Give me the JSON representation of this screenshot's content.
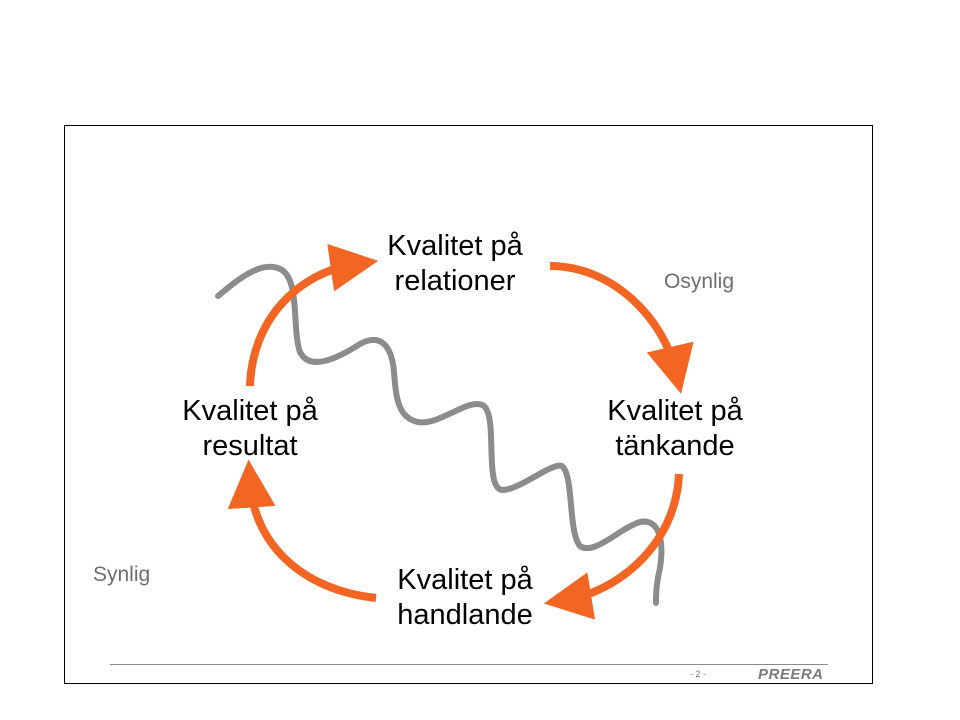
{
  "nodes": {
    "relationer": {
      "line1": "Kvalitet på",
      "line2": "relationer"
    },
    "tankande": {
      "line1": "Kvalitet på",
      "line2": "tänkande"
    },
    "handlande": {
      "line1": "Kvalitet på",
      "line2": "handlande"
    },
    "resultat": {
      "line1": "Kvalitet på",
      "line2": "resultat"
    }
  },
  "zones": {
    "invisible": "Osynlig",
    "visible": "Synlig"
  },
  "footer": {
    "page_number": "- 2 -",
    "logo": "PREERA"
  },
  "colors": {
    "arrow": "#f26522",
    "wave": "#8c8c8c",
    "zone_label": "#6e6e6e"
  }
}
